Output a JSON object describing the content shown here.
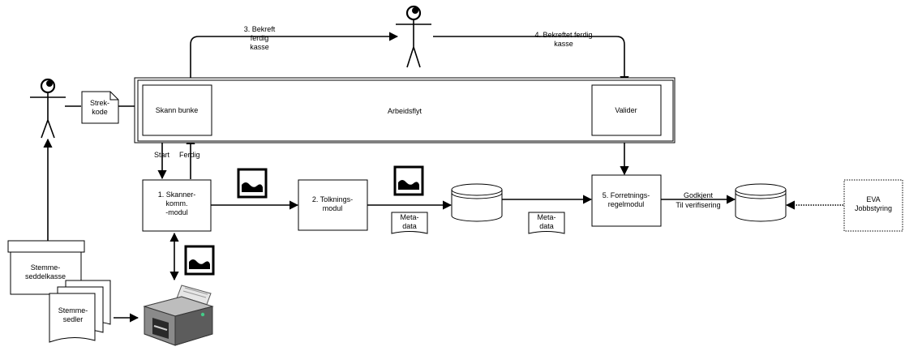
{
  "nodes": {
    "arbeidsflyt": "Arbeidsflyt",
    "skann_bunke": "Skann bunke",
    "valider": "Valider",
    "skanner_modul": [
      "1. Skanner-",
      "komm.",
      "-modul"
    ],
    "tolknings_modul": [
      "2. Tolknings-",
      "modul"
    ],
    "forretningsregel_modul": [
      "5. Forretnings-",
      "regelmodul"
    ],
    "eva_jobbstyring": [
      "EVA",
      "Jobbstyring"
    ],
    "strekkode": [
      "Strek-",
      "kode"
    ],
    "stemmeseddelkasse": [
      "Stemme-",
      "seddelkasse"
    ],
    "stemmesedler": [
      "Stemme-",
      "sedler"
    ],
    "metadata": [
      "Meta-",
      "data"
    ]
  },
  "edges": {
    "bekreft_ferdig_kasse": [
      "3. Bekreft",
      "ferdig",
      "kasse"
    ],
    "bekreftet_ferdig_kasse": [
      "4. Bekreftet ferdig",
      "kasse"
    ],
    "start": "Start",
    "ferdig": "Ferdig",
    "godkjent": "Godkjent",
    "til_verifisering": "Til verifisering"
  },
  "icons": {
    "actor": "person-icon",
    "image": "image-icon",
    "database": "database-icon",
    "scanner": "scanner-icon",
    "document": "document-icon"
  }
}
